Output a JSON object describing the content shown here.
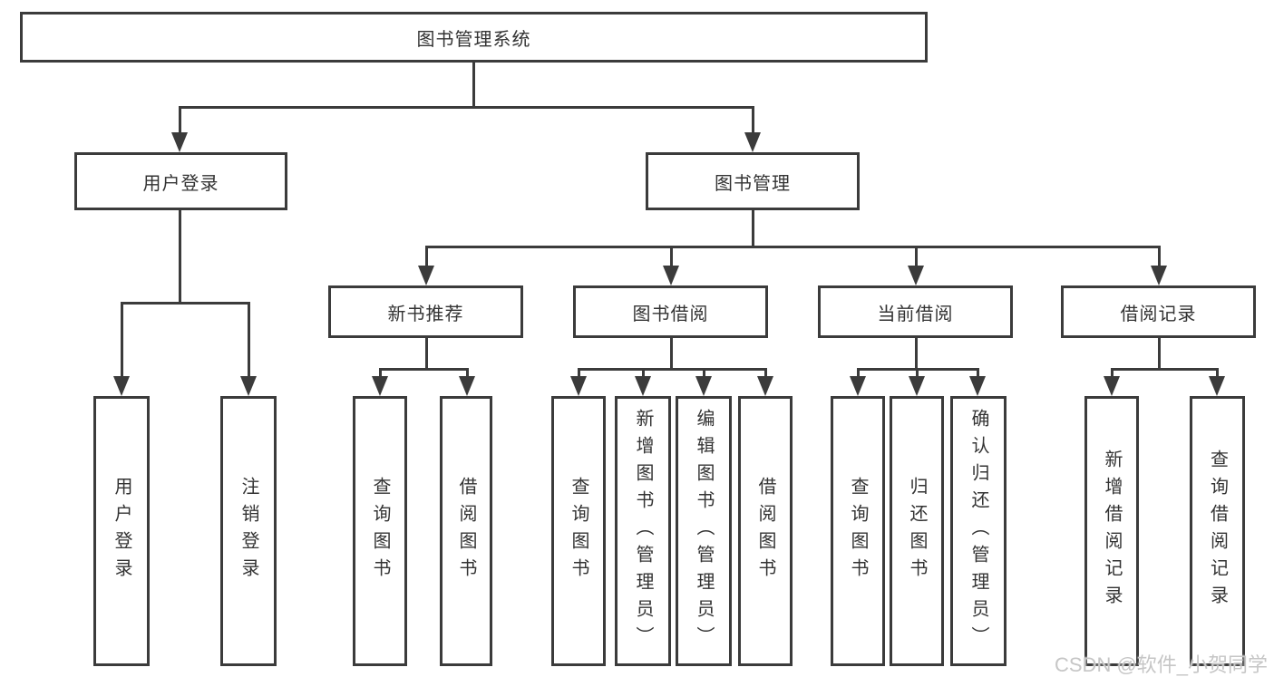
{
  "diagram_type": "hierarchy-tree",
  "colors": {
    "line": "#3b3b3b",
    "text": "#333333",
    "background": "#ffffff",
    "watermark": "#c6c6c6"
  },
  "tree": {
    "label": "图书管理系统",
    "children": [
      {
        "label": "用户登录",
        "children": [
          {
            "label": "用户登录"
          },
          {
            "label": "注销登录"
          }
        ]
      },
      {
        "label": "图书管理",
        "children": [
          {
            "label": "新书推荐",
            "children": [
              {
                "label": "查询图书"
              },
              {
                "label": "借阅图书"
              }
            ]
          },
          {
            "label": "图书借阅",
            "children": [
              {
                "label": "查询图书"
              },
              {
                "label": "新增图书（管理员）"
              },
              {
                "label": "编辑图书（管理员）"
              },
              {
                "label": "借阅图书"
              }
            ]
          },
          {
            "label": "当前借阅",
            "children": [
              {
                "label": "查询图书"
              },
              {
                "label": "归还图书"
              },
              {
                "label": "确认归还（管理员）"
              }
            ]
          },
          {
            "label": "借阅记录",
            "children": [
              {
                "label": "新增借阅记录"
              },
              {
                "label": "查询借阅记录"
              }
            ]
          }
        ]
      }
    ]
  },
  "watermark": {
    "text": "CSDN @软件_小贺同学"
  }
}
